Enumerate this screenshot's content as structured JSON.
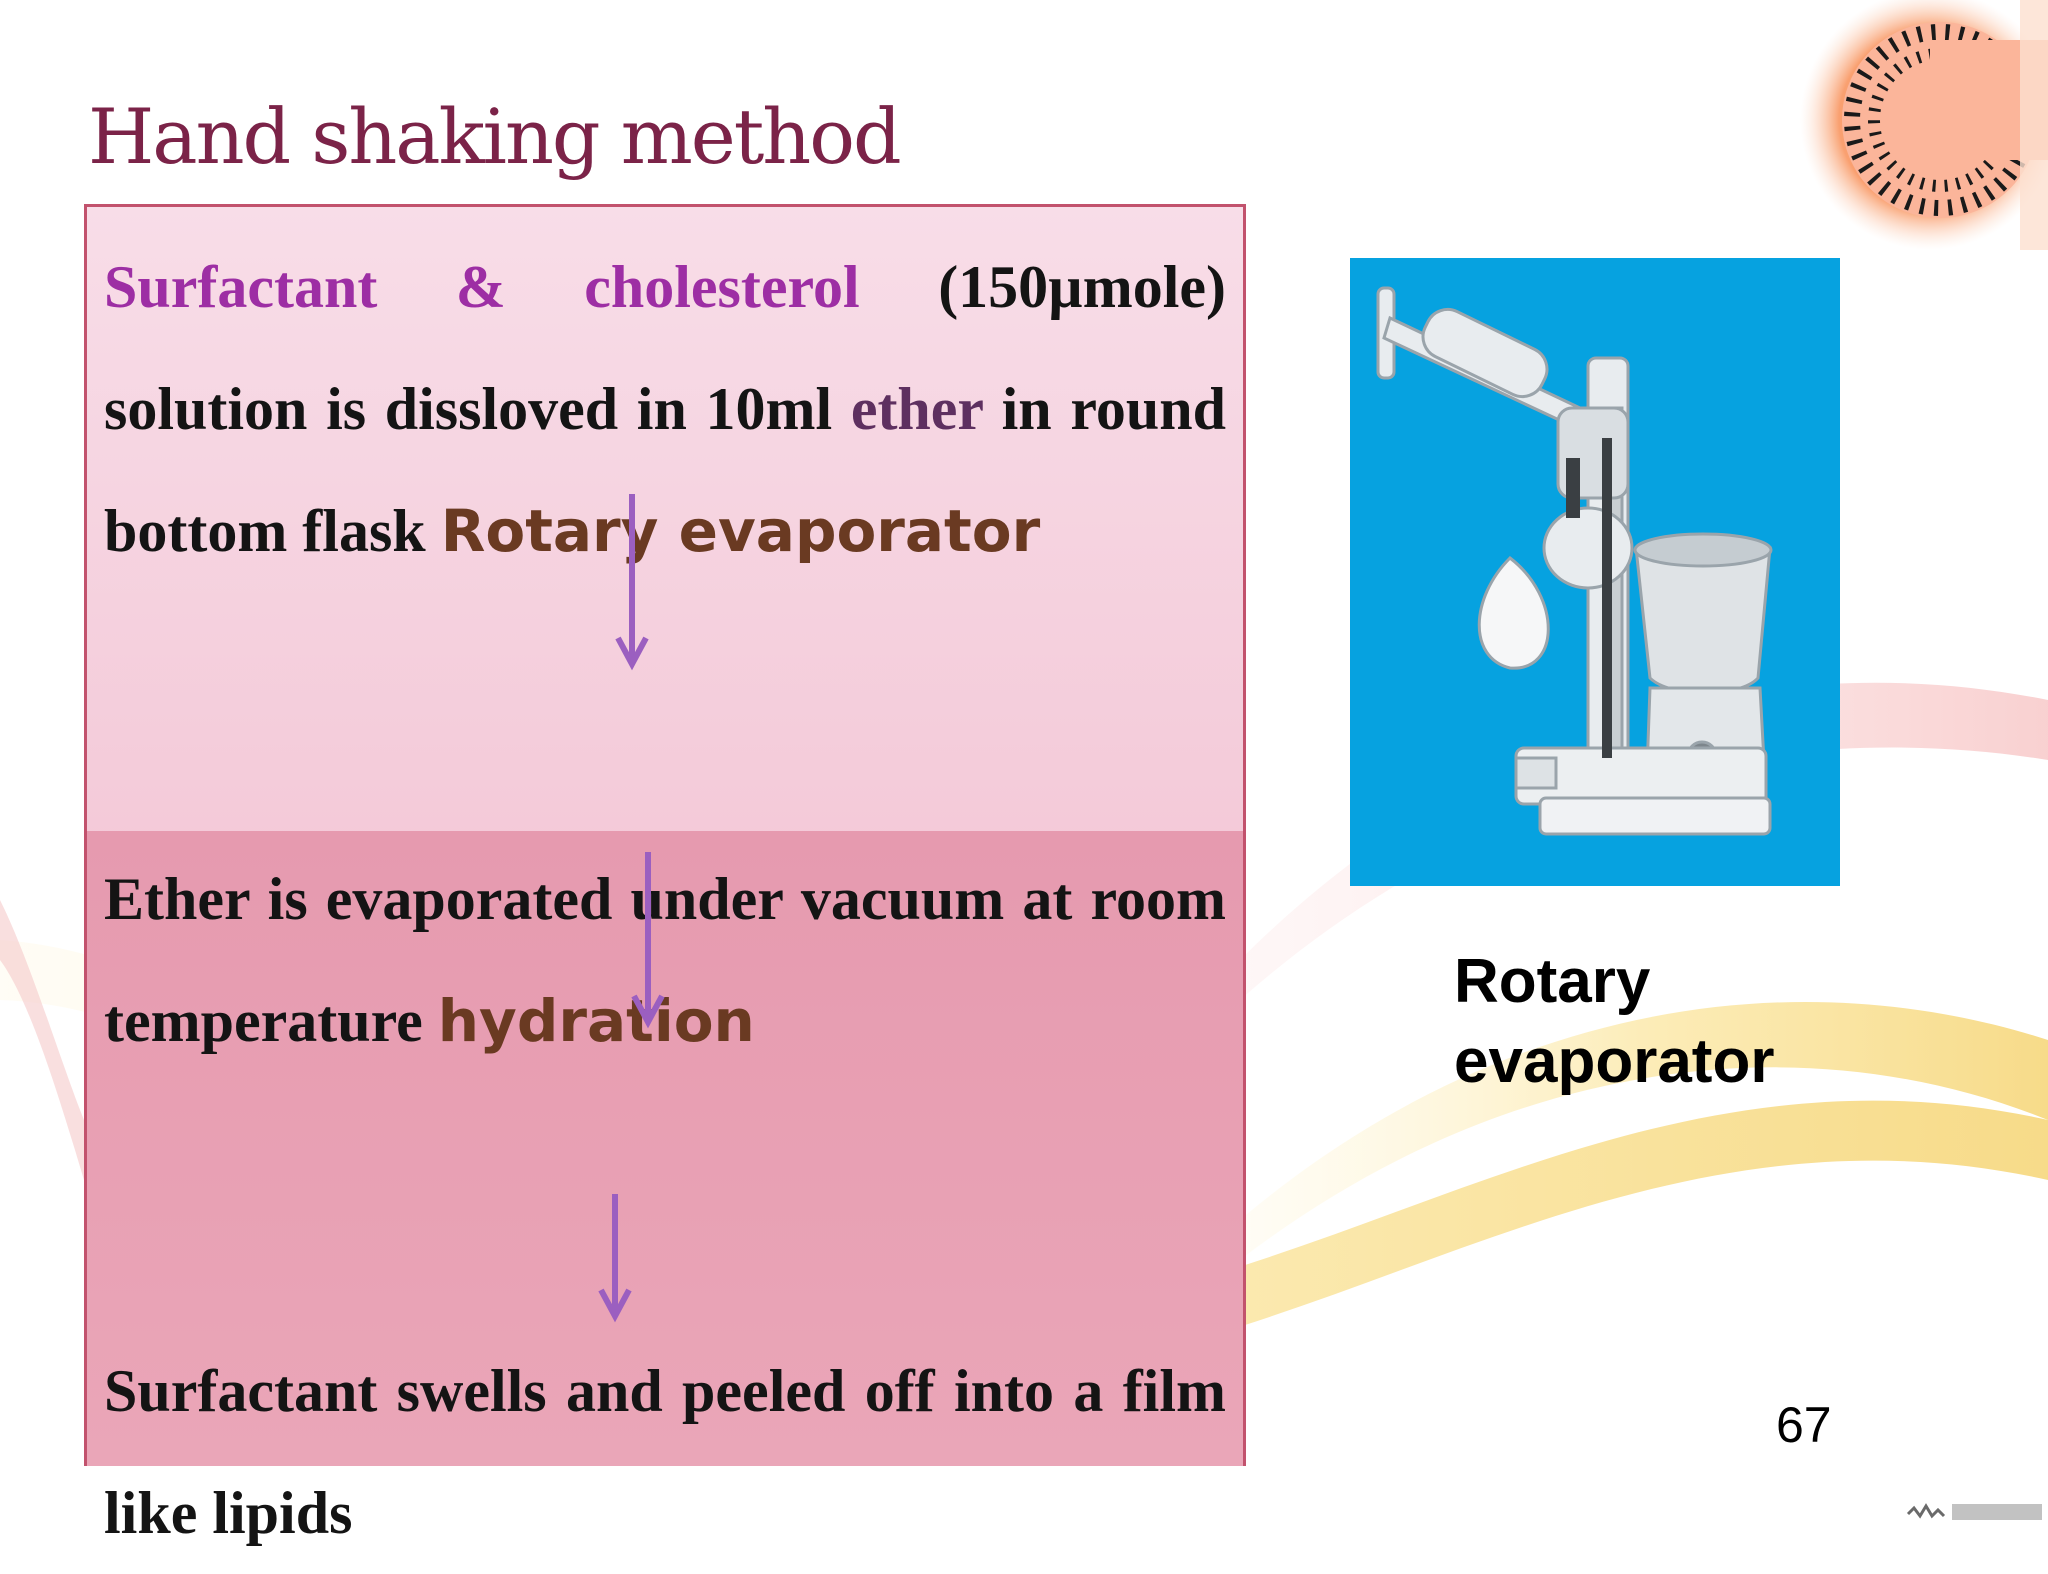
{
  "slide": {
    "title": "Hand shaking method",
    "page_number": "67"
  },
  "steps": [
    {
      "segments": [
        {
          "text": "Surfactant & cholesterol",
          "color": "#9d2ea4"
        },
        {
          "text": " (150µmole) solution is dissloved in 10ml "
        },
        {
          "text": "ether",
          "color": "#5e3060"
        },
        {
          "text": " in round bottom flask "
        },
        {
          "text": "Rotary evaporator",
          "color": "#6a3a22"
        }
      ]
    },
    {
      "segments": [
        {
          "text": "Ether is evaporated under vacuum at room temperature "
        },
        {
          "text": "hydration",
          "color": "#6a3a22"
        }
      ]
    },
    {
      "segments": [
        {
          "text": "Surfactant swells and peeled off into a film like lipids"
        }
      ]
    }
  ],
  "figure": {
    "caption_line1": "Rotary",
    "caption_line2": "evaporator",
    "background_color": "#06a2e0"
  },
  "theme": {
    "title_color": "#7b2348",
    "panel_border": "#c2526d",
    "arrow_color": "#9b5fc0"
  },
  "icons": [
    "down-arrow-icon",
    "liposome-logo-icon",
    "rotary-evaporator-image"
  ]
}
